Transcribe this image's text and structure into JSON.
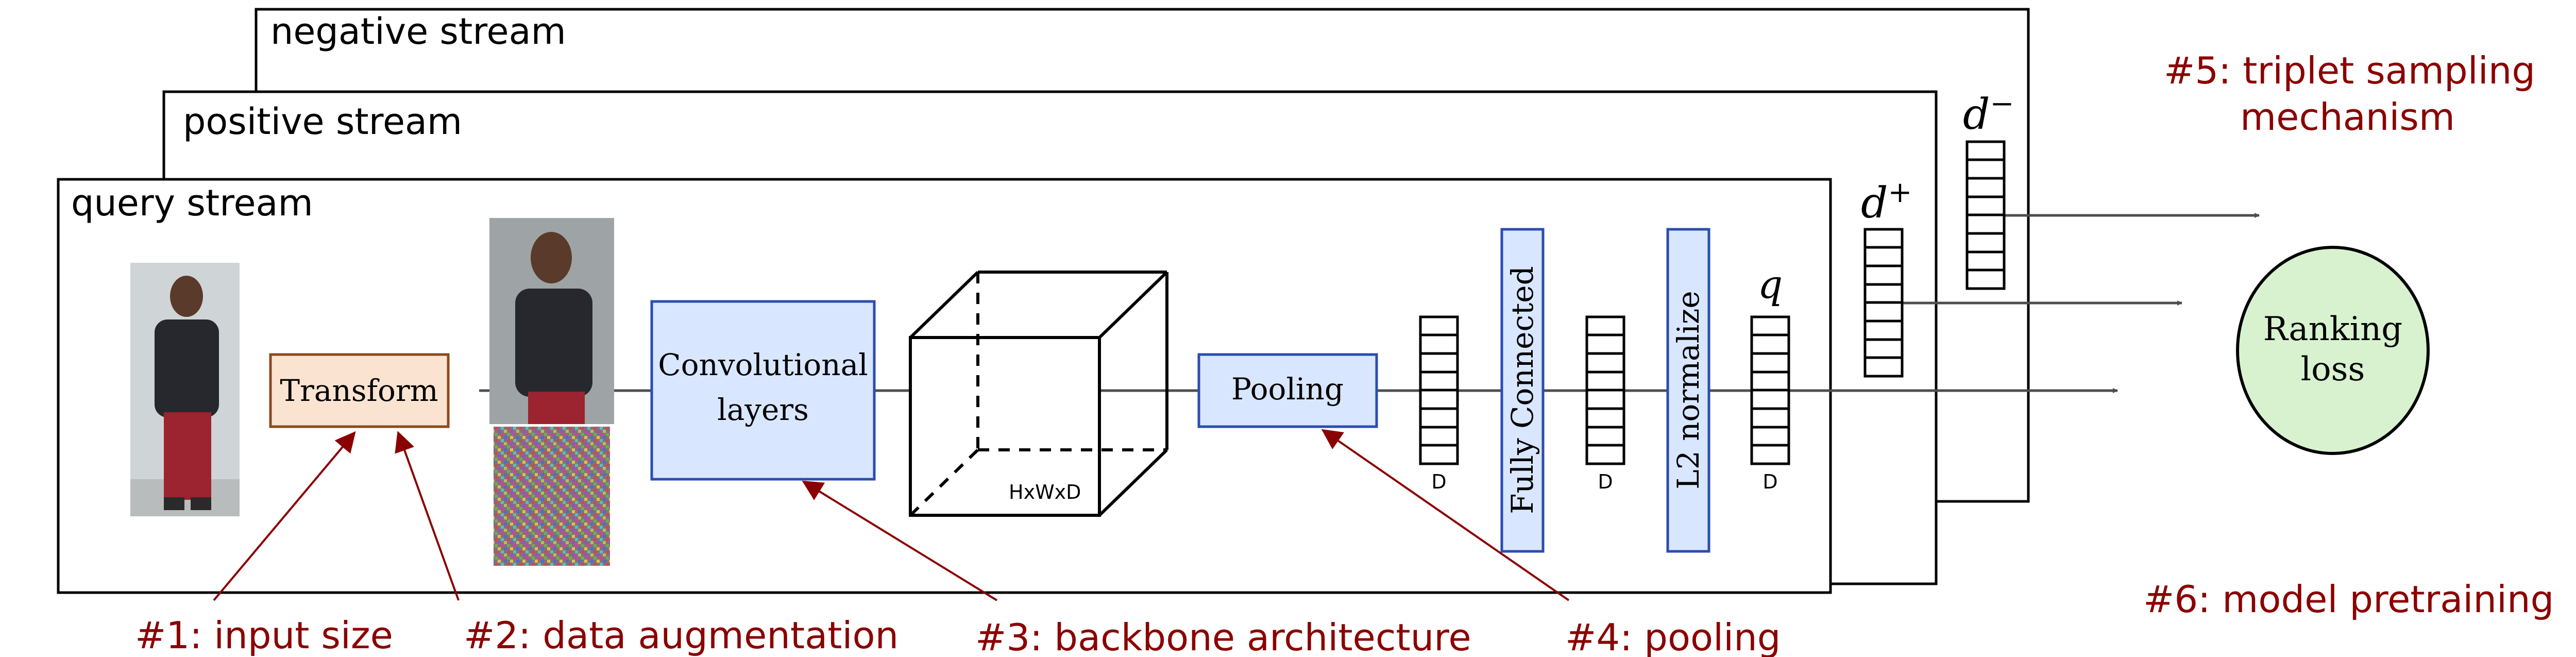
{
  "streams": {
    "negative": "negative stream",
    "positive": "positive stream",
    "query": "query stream"
  },
  "blocks": {
    "transform": "Transform",
    "conv_line1": "Convolutional",
    "conv_line2": "layers",
    "pooling": "Pooling",
    "fully_connected": "Fully Connected",
    "l2_normalize": "L2 normalize",
    "ranking_line1": "Ranking",
    "ranking_line2": "loss"
  },
  "tensor_labels": {
    "cube": "HxWxD",
    "vec1": "D",
    "vec2": "D",
    "vec3": "D"
  },
  "math_labels": {
    "q": "q",
    "d_plus": "d",
    "d_plus_sup": "+",
    "d_minus": "d",
    "d_minus_sup": "−"
  },
  "annotations": {
    "a1": "#1: input size",
    "a2": "#2: data augmentation",
    "a3": "#3: backbone architecture",
    "a4": "#4: pooling",
    "a5_line1": "#5: triplet sampling",
    "a5_line2": "mechanism",
    "a6": "#6: model pretraining"
  },
  "colors": {
    "annotation": "#8b0000",
    "transform_fill": "#fbe3d2",
    "transform_stroke": "#8b4a1c",
    "block_fill": "#d9e6ff",
    "block_stroke": "#2a4db0",
    "ranking_fill": "#d8f2d0",
    "arrow": "#4d4d4d"
  }
}
